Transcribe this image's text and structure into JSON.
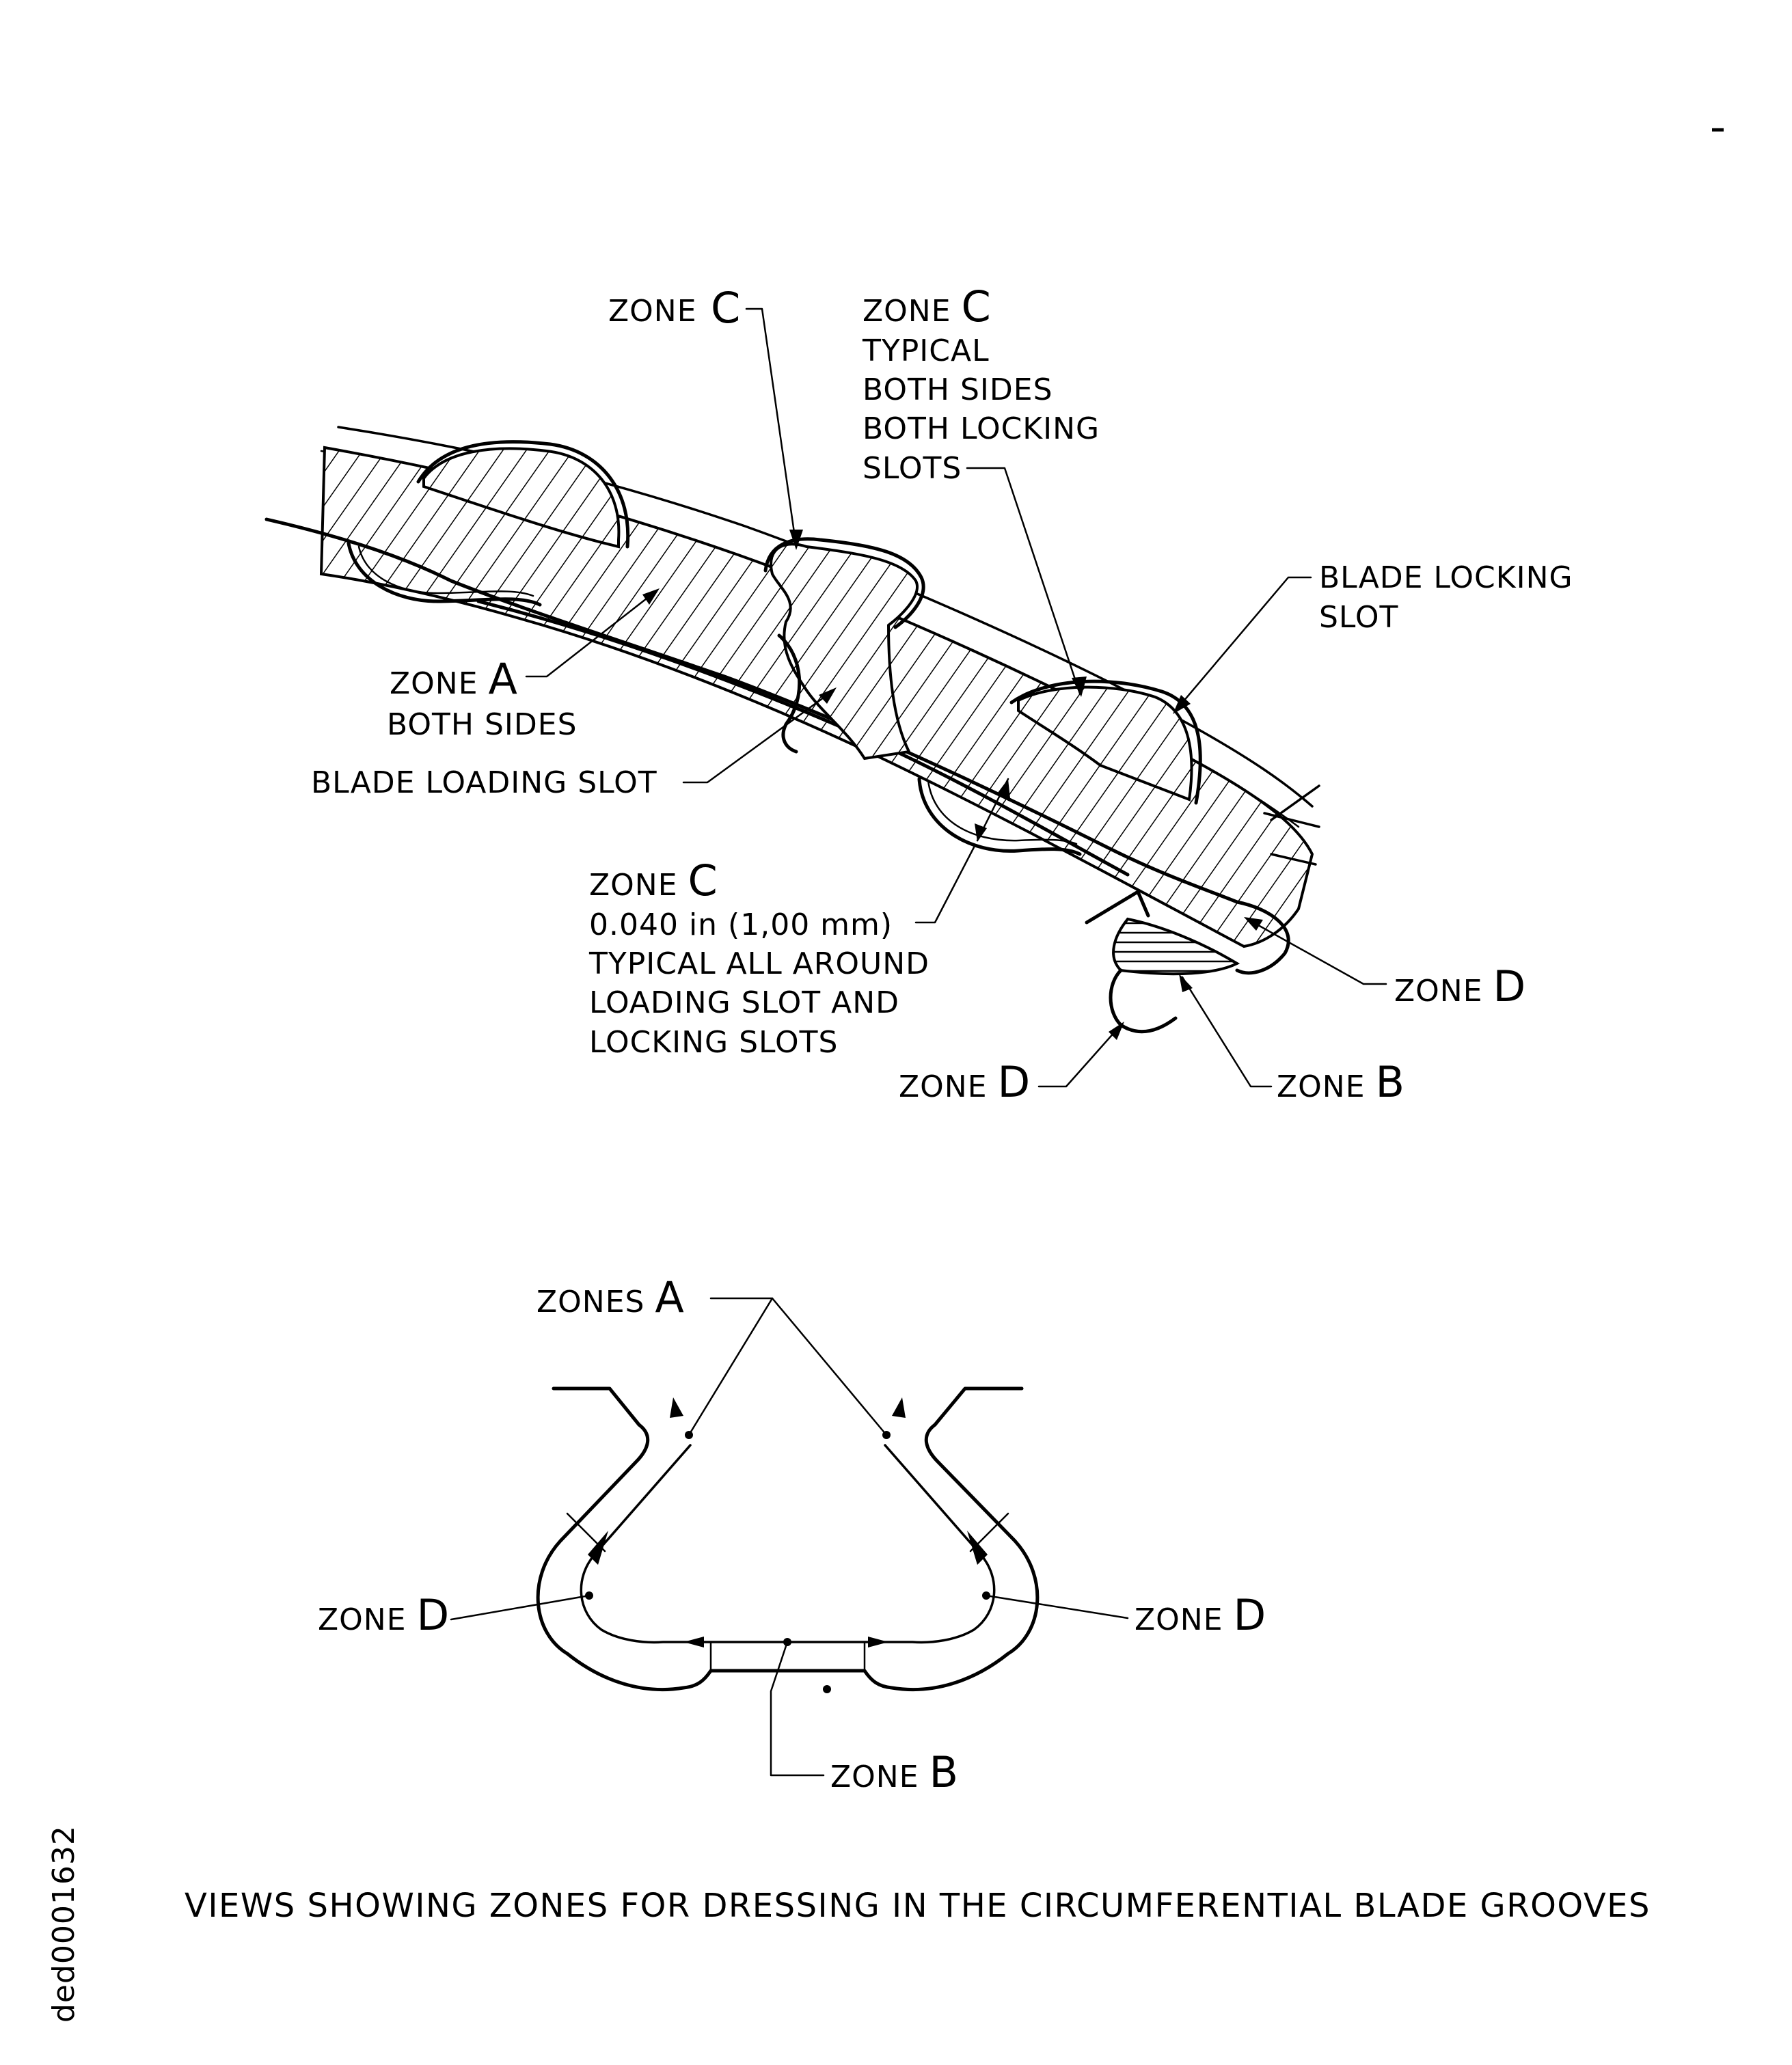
{
  "labels": {
    "zone_c_top_left": "ZONE C",
    "zone_c_typical_title": "ZONE C",
    "zone_c_typical_lines": [
      "TYPICAL",
      "BOTH SIDES",
      "BOTH LOCKING",
      "SLOTS"
    ],
    "blade_locking_slot": [
      "BLADE LOCKING",
      "SLOT"
    ],
    "zone_a_both_sides": [
      "ZONE A",
      "BOTH SIDES"
    ],
    "blade_loading_slot": "BLADE LOADING SLOT",
    "zone_c_dim_title": "ZONE C",
    "zone_c_dim_lines": [
      "0.040 in (1,00 mm)",
      "TYPICAL ALL AROUND",
      "LOADING SLOT AND",
      "LOCKING SLOTS"
    ],
    "zone_d_right": "ZONE D",
    "zone_d_bottom": "ZONE D",
    "zone_b_top": "ZONE B",
    "zones_a": "ZONES A",
    "zone_d_left_lower": "ZONE D",
    "zone_d_right_lower": "ZONE D",
    "zone_b_lower": "ZONE B"
  },
  "caption": "VIEWS SHOWING ZONES FOR DRESSING IN THE CIRCUMFERENTIAL BLADE GROOVES",
  "figure_id": "ded0001632"
}
